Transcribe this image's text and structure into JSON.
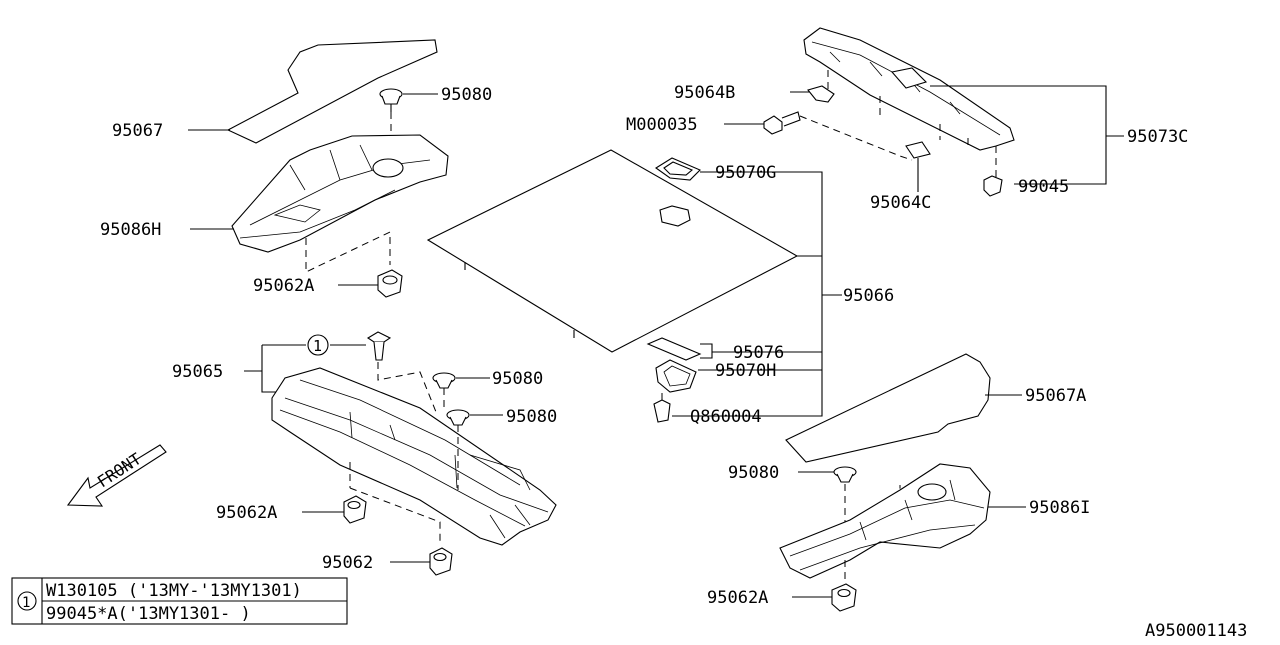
{
  "labels": {
    "p95067": "95067",
    "p95080_top": "95080",
    "p95086H": "95086H",
    "p95062A_top": "95062A",
    "p95065": "95065",
    "p95080_mid1": "95080",
    "p95080_mid2": "95080",
    "p95062A_bottom": "95062A",
    "p95062": "95062",
    "p95064B": "95064B",
    "pM000035": "M000035",
    "p95073C": "95073C",
    "p99045": "99045",
    "p95064C": "95064C",
    "p95070G": "95070G",
    "p95066": "95066",
    "p95076": "95076",
    "p95070H": "95070H",
    "pQ860004": "Q860004",
    "p95067A": "95067A",
    "p95080_right": "95080",
    "p95086I": "95086I",
    "p95062A_right": "95062A",
    "callout1": "1",
    "front": "FRONT",
    "diagram_id": "A950001143"
  },
  "legend": {
    "marker": "1",
    "rows": [
      "W130105 ('13MY-'13MY1301)",
      "99045*A('13MY1301-   )"
    ]
  }
}
